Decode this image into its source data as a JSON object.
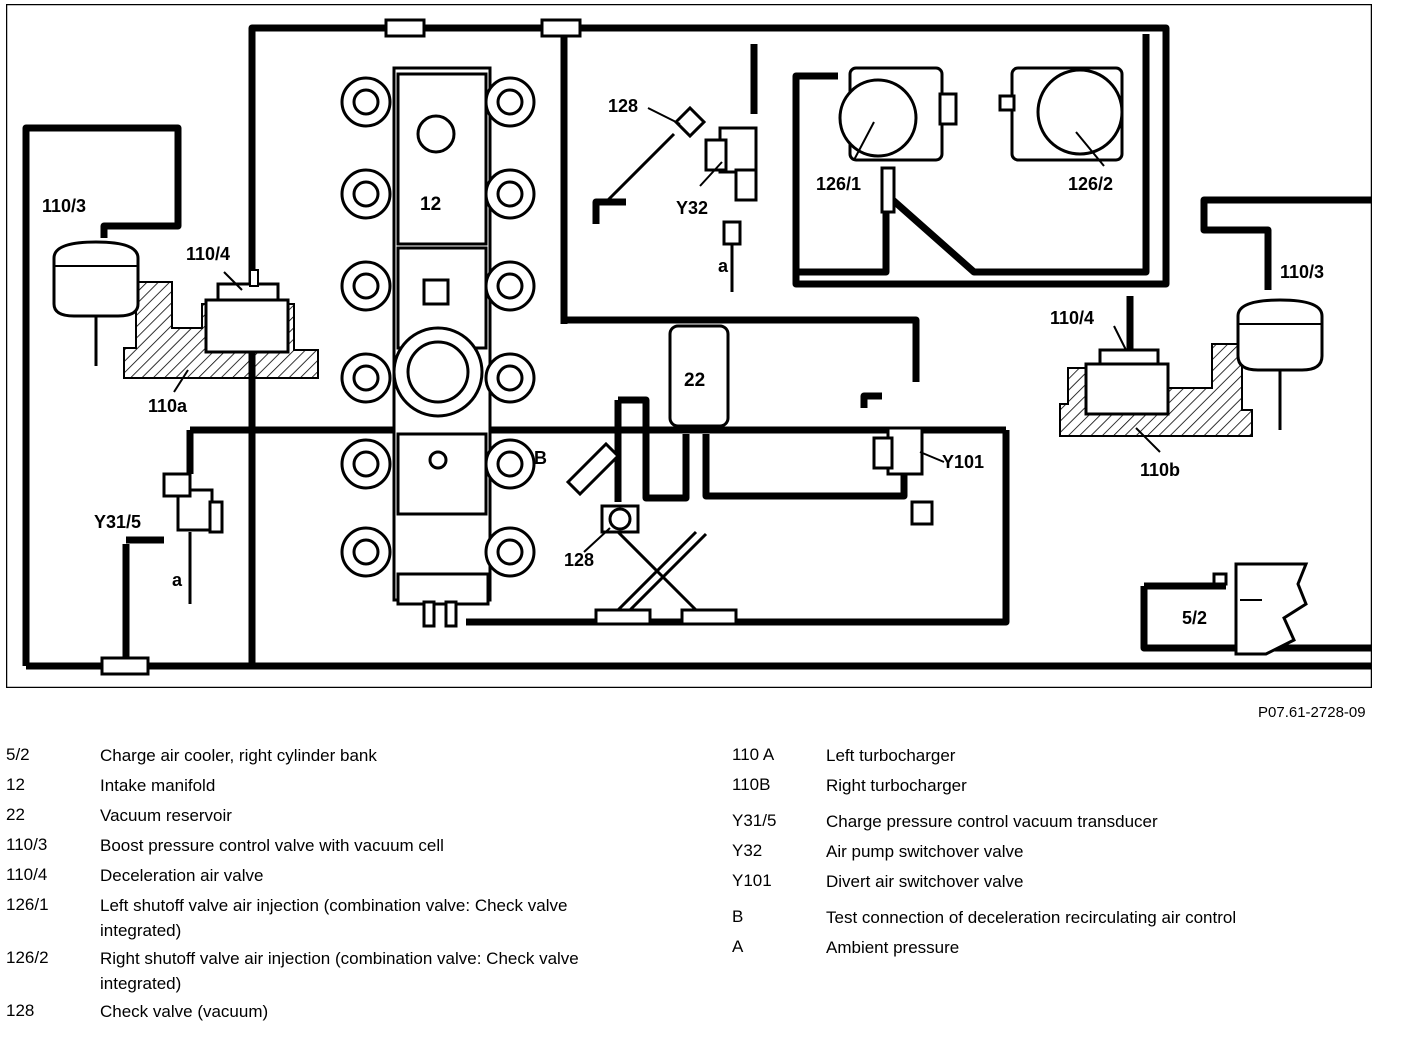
{
  "diagram": {
    "labels": {
      "l_110_3_left": "110/3",
      "l_110_4_left": "110/4",
      "l_110a": "110a",
      "l_12": "12",
      "l_y31_5": "Y31/5",
      "l_a_left": "a",
      "l_128_top": "128",
      "l_y32": "Y32",
      "l_a_mid": "a",
      "l_126_1": "126/1",
      "l_126_2": "126/2",
      "l_22": "22",
      "l_b": "B",
      "l_128_bottom": "128",
      "l_y101": "Y101",
      "l_110_4_right": "110/4",
      "l_110_3_right": "110/3",
      "l_110b": "110b",
      "l_5_2": "5/2"
    }
  },
  "figure_code": "P07.61-2728-09",
  "legend_left": [
    {
      "code": "5/2",
      "desc": "Charge air cooler, right cylinder bank"
    },
    {
      "code": "12",
      "desc": "Intake manifold"
    },
    {
      "code": "22",
      "desc": "Vacuum reservoir"
    },
    {
      "code": "110/3",
      "desc": "Boost pressure control valve with vacuum cell"
    },
    {
      "code": "110/4",
      "desc": "Deceleration air valve"
    },
    {
      "code": "126/1",
      "desc": "Left shutoff valve air injection (combination valve: Check valve integrated)"
    },
    {
      "code": "126/2",
      "desc": "Right shutoff valve air injection (combination valve: Check valve integrated)"
    },
    {
      "code": "128",
      "desc": "Check valve (vacuum)"
    }
  ],
  "legend_right": [
    {
      "code": "110 A",
      "desc": "Left turbocharger"
    },
    {
      "code": "110B",
      "desc": "Right turbocharger"
    },
    {
      "code": "Y31/5",
      "desc": "Charge pressure control vacuum transducer"
    },
    {
      "code": "Y32",
      "desc": "Air pump switchover valve"
    },
    {
      "code": "Y101",
      "desc": "Divert air switchover valve"
    },
    {
      "code": "B",
      "desc": "Test connection of deceleration recirculating air control"
    },
    {
      "code": "A",
      "desc": "Ambient pressure"
    }
  ]
}
